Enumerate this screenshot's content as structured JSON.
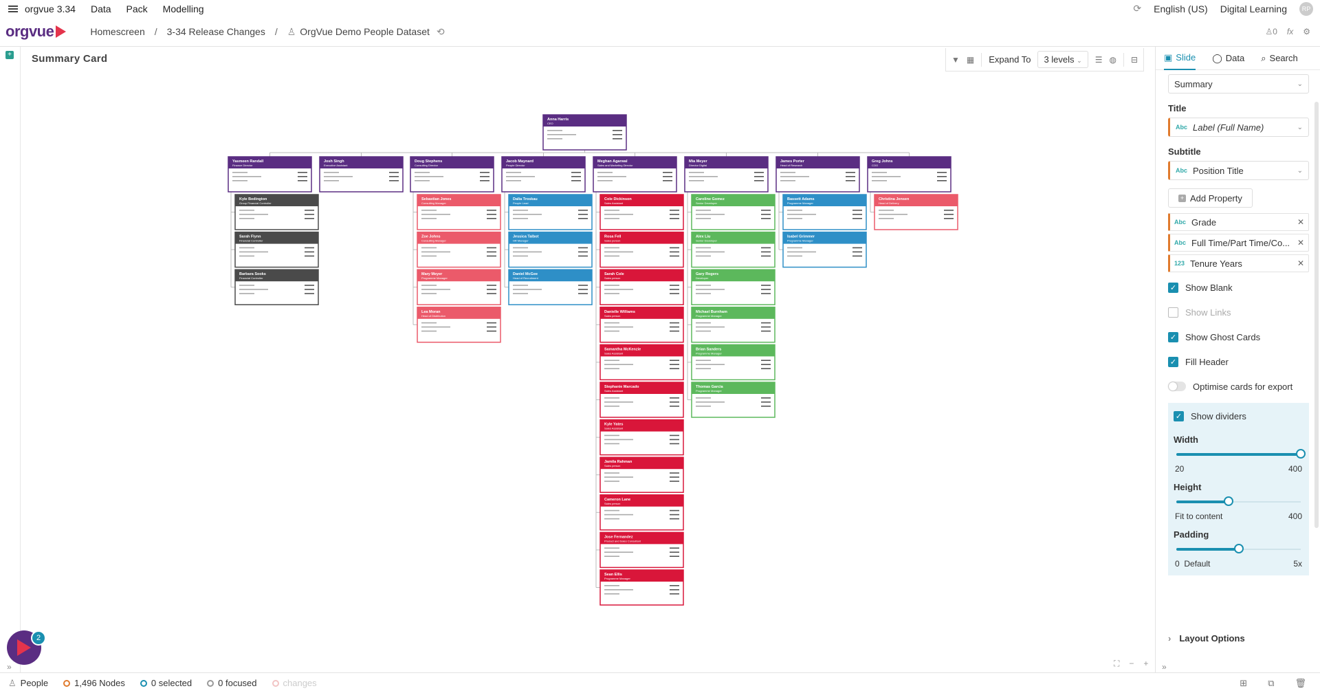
{
  "menubar": {
    "app_title": "orgvue 3.34",
    "items": [
      "Data",
      "Pack",
      "Modelling"
    ],
    "language": "English (US)",
    "workspace": "Digital Learning",
    "avatar_initials": "RP"
  },
  "header": {
    "logo": "orgvue",
    "breadcrumbs": [
      "Homescreen",
      "3-34 Release Changes",
      "OrgVue Demo People Dataset"
    ]
  },
  "canvas": {
    "title": "Summary Card",
    "expand_label": "Expand To",
    "expand_value": "3 levels"
  },
  "colors": {
    "purple": "#5a2d82",
    "gray": "#4a4a4a",
    "salmon": "#eb5a6a",
    "blue": "#2e8fc7",
    "crimson": "#d9163a",
    "green": "#5cb85c",
    "accent": "#1a8fb0",
    "orange": "#e07b2e"
  },
  "org": {
    "root": {
      "name": "Anna Harris",
      "title": "CEO"
    },
    "columns": [
      {
        "head": {
          "name": "Yasmeen Randall",
          "title": "Finance Director"
        },
        "color": "gray",
        "children": [
          {
            "name": "Kyle Bedington",
            "title": "Group Financial Controller"
          },
          {
            "name": "Sarah Flynn",
            "title": "Financial Controller"
          },
          {
            "name": "Barbara Sooks",
            "title": "Financial Controller"
          }
        ]
      },
      {
        "head": {
          "name": "Josh Singh",
          "title": "Executive Assistant"
        },
        "color": "gray",
        "children": []
      },
      {
        "head": {
          "name": "Doug Stephens",
          "title": "Consulting Director"
        },
        "color": "salmon",
        "children": [
          {
            "name": "Sebastian Jones",
            "title": "Consulting Manager"
          },
          {
            "name": "Zoe Johns",
            "title": "Consulting Manager"
          },
          {
            "name": "Mary Meyer",
            "title": "Programme Manager"
          },
          {
            "name": "Lea Moran",
            "title": "Head of Distribution"
          }
        ]
      },
      {
        "head": {
          "name": "Jacob Maynard",
          "title": "People Director"
        },
        "color": "blue",
        "children": [
          {
            "name": "Dalia Troskau",
            "title": "People Lead"
          },
          {
            "name": "Jessica Talbot",
            "title": "HR Manager"
          },
          {
            "name": "Daniel McGee",
            "title": "Head of Recruitment"
          }
        ]
      },
      {
        "head": {
          "name": "Meghan Agarwal",
          "title": "Sales and Marketing Director"
        },
        "color": "crimson",
        "children": [
          {
            "name": "Cole Dickinson",
            "title": "Sales Assistant"
          },
          {
            "name": "Rosa Fell",
            "title": "Sales person"
          },
          {
            "name": "Sarah Cole",
            "title": "Sales person"
          },
          {
            "name": "Danielle Williams",
            "title": "Sales person"
          },
          {
            "name": "Samantha McKenzie",
            "title": "Sales Assistant"
          },
          {
            "name": "Stephanie Marcado",
            "title": "Sales Assistant"
          },
          {
            "name": "Kyle Yates",
            "title": "Sales Assistant"
          },
          {
            "name": "Jamila Rahman",
            "title": "Sales person"
          },
          {
            "name": "Cameron Lane",
            "title": "Sales person"
          },
          {
            "name": "Jose Fernandez",
            "title": "Product and Sales Consultant"
          },
          {
            "name": "Sean Ellis",
            "title": "Programme Manager"
          }
        ]
      },
      {
        "head": {
          "name": "Mia Meyer",
          "title": "Director Digital"
        },
        "color": "green",
        "children": [
          {
            "name": "Caroline Gomez",
            "title": "Senior Developer"
          },
          {
            "name": "Alex Liu",
            "title": "Senior Developer"
          },
          {
            "name": "Gary Rogers",
            "title": "Developer"
          },
          {
            "name": "Michael Burnham",
            "title": "Programme Manager"
          },
          {
            "name": "Brian Sanders",
            "title": "Programme Manager"
          },
          {
            "name": "Thomas Garcia",
            "title": "Programme Manager"
          }
        ]
      },
      {
        "head": {
          "name": "James Porter",
          "title": "Head of Research"
        },
        "color": "blue",
        "children": [
          {
            "name": "Bassett Adams",
            "title": "Programme Manager"
          },
          {
            "name": "Isabel Grimmer",
            "title": "Programme Manager"
          }
        ]
      },
      {
        "head": {
          "name": "Greg Johns",
          "title": "COO"
        },
        "color": "salmon",
        "children": [
          {
            "name": "Christina Jensen",
            "title": "Head of Delivery"
          }
        ]
      }
    ]
  },
  "panel": {
    "tabs": [
      "Slide",
      "Data",
      "Search"
    ],
    "card_type_value": "Summary",
    "title_label": "Title",
    "title_value": "Label (Full Name)",
    "subtitle_label": "Subtitle",
    "subtitle_value": "Position Title",
    "add_property": "Add Property",
    "properties": [
      {
        "type": "Abc",
        "name": "Grade"
      },
      {
        "type": "Abc",
        "name": "Full Time/Part Time/Co..."
      },
      {
        "type": "123",
        "name": "Tenure Years"
      }
    ],
    "options": [
      {
        "label": "Show Blank",
        "checked": true
      },
      {
        "label": "Show Links",
        "checked": false
      },
      {
        "label": "Show Ghost Cards",
        "checked": true
      },
      {
        "label": "Fill Header",
        "checked": true
      }
    ],
    "optimise_label": "Optimise cards for export",
    "show_dividers": "Show dividers",
    "width_label": "Width",
    "width_min": "20",
    "width_max": "400",
    "width_level": 1.0,
    "height_label": "Height",
    "height_min": "Fit to content",
    "height_max": "400",
    "height_level": 0.42,
    "padding_label": "Padding",
    "padding_min": "0",
    "padding_default": "Default",
    "padding_max": "5x",
    "padding_level": 0.5,
    "layout_options": "Layout Options"
  },
  "status": {
    "dataset": "People",
    "nodes": "1,496 Nodes",
    "selected": "0 selected",
    "focused": "0 focused",
    "changes": "changes",
    "notif_count": "2"
  }
}
